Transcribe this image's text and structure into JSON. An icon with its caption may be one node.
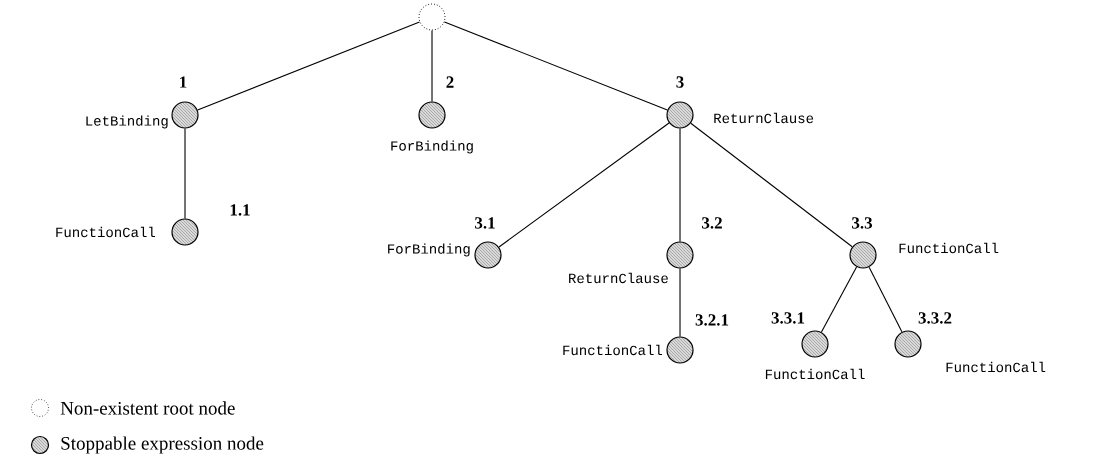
{
  "diagram": {
    "nodes": [
      {
        "text": [],
        "shape": "circle"
      },
      {
        "text": [],
        "shape": "circle",
        "beside": [
          "1",
          "LetBinding"
        ]
      },
      {
        "text": [],
        "shape": "circle",
        "beside": [
          "2",
          "ForBinding"
        ]
      },
      {
        "text": [],
        "shape": "circle",
        "beside": [
          "3",
          "ReturnClause"
        ]
      },
      {
        "text": [],
        "shape": "circle",
        "beside": [
          "1.1",
          "FunctionCall"
        ]
      },
      {
        "text": [],
        "shape": "circle",
        "beside": [
          "3.1",
          "ForBinding"
        ]
      },
      {
        "text": [],
        "shape": "circle",
        "beside": [
          "3.2",
          "ReturnClause"
        ]
      },
      {
        "text": [],
        "shape": "circle",
        "beside": [
          "3.3",
          "FunctionCall"
        ]
      },
      {
        "text": [],
        "shape": "circle",
        "beside": [
          "3.2.1",
          "FunctionCall"
        ]
      },
      {
        "text": [],
        "shape": "circle",
        "beside": [
          "3.3.1",
          "FunctionCall"
        ]
      },
      {
        "text": [],
        "shape": "circle",
        "beside": [
          "3.3.2",
          "FunctionCall"
        ]
      }
    ],
    "edges": [
      {
        "from": 0,
        "to": 1,
        "arrow": "none"
      },
      {
        "from": 0,
        "to": 2,
        "arrow": "none"
      },
      {
        "from": 0,
        "to": 3,
        "arrow": "none"
      },
      {
        "from": 1,
        "to": 4,
        "arrow": "none"
      },
      {
        "from": 3,
        "to": 5,
        "arrow": "none"
      },
      {
        "from": 3,
        "to": 6,
        "arrow": "none"
      },
      {
        "from": 3,
        "to": 7,
        "arrow": "none"
      },
      {
        "from": 6,
        "to": 8,
        "arrow": "none"
      },
      {
        "from": 7,
        "to": 9,
        "arrow": "none"
      },
      {
        "from": 7,
        "to": 10,
        "arrow": "none"
      }
    ],
    "legend": [
      {
        "text": "Non-existent root node"
      },
      {
        "text": "Stoppable expression node"
      }
    ]
  }
}
